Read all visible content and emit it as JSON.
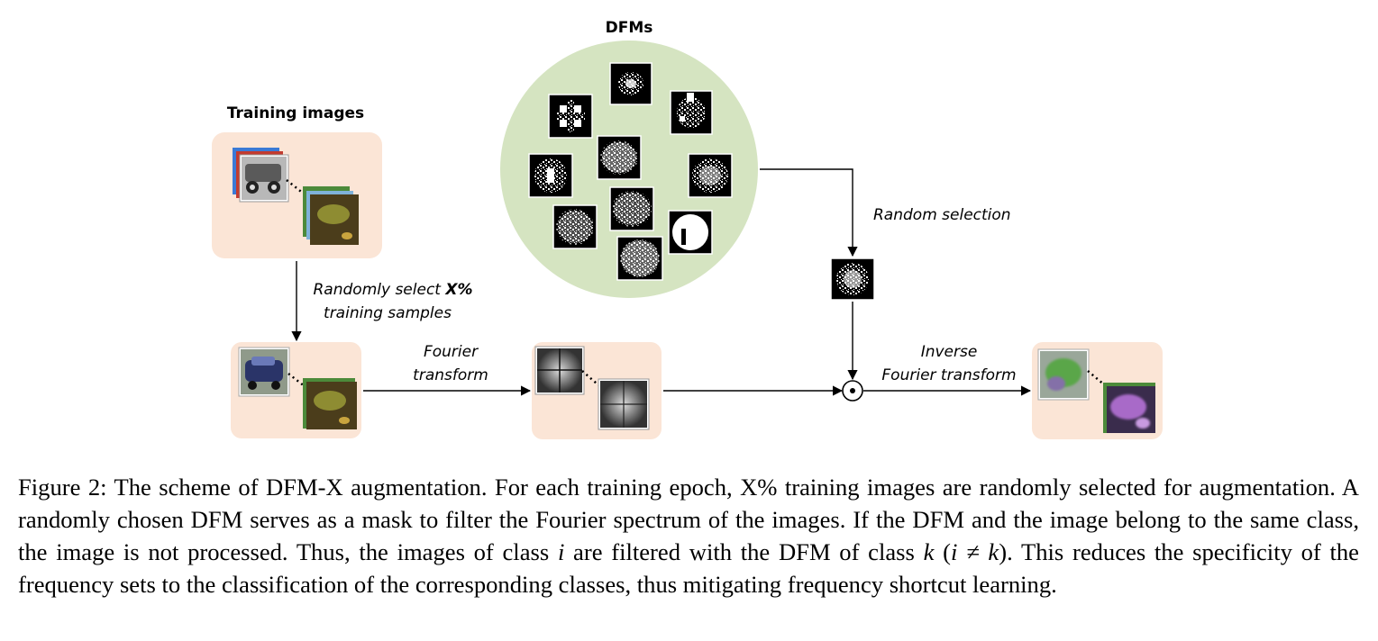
{
  "diagram": {
    "dfms_title": "DFMs",
    "training_title": "Training images",
    "random_select_line1_pre": "Randomly select ",
    "random_select_bold": "X%",
    "random_select_line2": "training samples",
    "fourier_line1": "Fourier",
    "fourier_line2": "transform",
    "random_selection": "Random selection",
    "inverse_line1": "Inverse",
    "inverse_line2": "Fourier transform",
    "colors": {
      "peach_box": "#fbe5d6",
      "green_circle": "#d5e4c1",
      "arrow": "#000000"
    }
  },
  "caption": {
    "part1": "Figure 2: The scheme of DFM-X augmentation. For each training epoch, X% training images are randomly selected for augmentation. A randomly chosen DFM serves as a mask to filter the Fourier spectrum of the images. If the DFM and the image belong to the same class, the image is not processed. Thus, the images of class ",
    "var_i": "i",
    "part2": " are filtered with the DFM of class ",
    "var_k": "k",
    "part3": " (",
    "neq_expr": "i ≠ k",
    "part4": "). This reduces the specificity of the frequency sets to the classification of the corresponding classes, thus mitigating frequency shortcut learning."
  }
}
